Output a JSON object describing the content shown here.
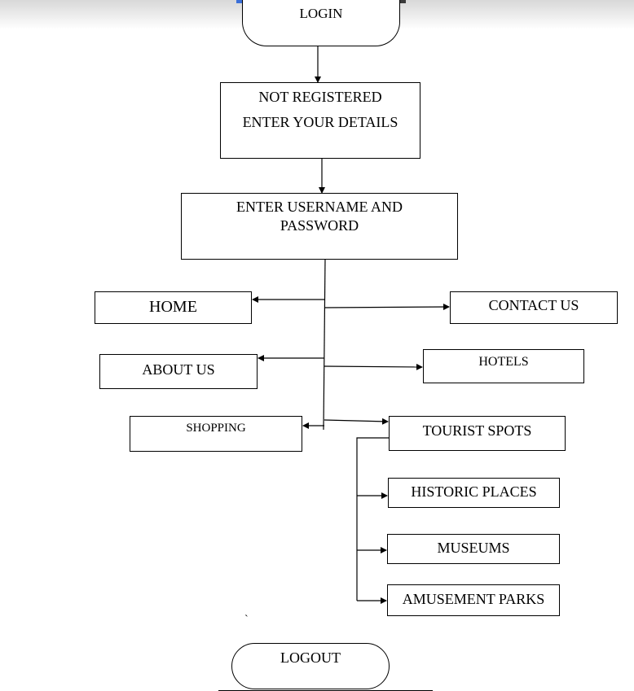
{
  "start": "LOGIN",
  "register": [
    "NOT REGISTERED",
    "ENTER YOUR DETAILS"
  ],
  "credentials": [
    "ENTER USERNAME AND",
    "PASSWORD"
  ],
  "menu": {
    "home": "HOME",
    "contact": "CONTACT US",
    "about": "ABOUT US",
    "hotels": "HOTELS",
    "shopping": "SHOPPING",
    "tourist": "TOURIST SPOTS"
  },
  "tourist_spots": {
    "historic": "HISTORIC PLACES",
    "museums": "MUSEUMS",
    "amusement": "AMUSEMENT PARKS"
  },
  "end": "LOGOUT",
  "stray_mark": "`"
}
